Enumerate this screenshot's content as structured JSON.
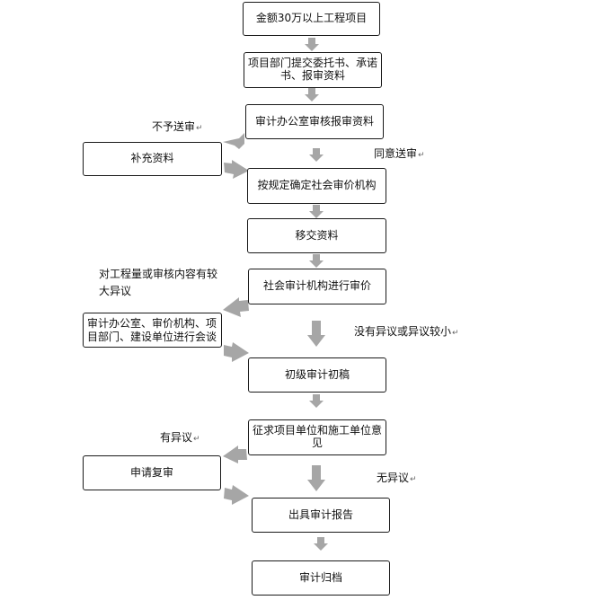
{
  "nodes": {
    "start": "金额30万以上工程项目",
    "submit": "项目部门提交委托书、承诺书、报审资料",
    "review": "审计办公室审核报审资料",
    "supplement": "补充资料",
    "select_agency": "按规定确定社会审价机构",
    "transfer": "移交资料",
    "agency_audit": "社会审计机构进行审价",
    "meeting": "审计办公室、审价机构、项目部门、建设单位进行会谈",
    "draft": "初级审计初稿",
    "solicit": "征求项目单位和施工单位意见",
    "reapply": "申请复审",
    "report": "出具审计报告",
    "archive": "审计归档"
  },
  "labels": {
    "not_submit": "不予送审",
    "agree_submit": "同意送审",
    "big_dispute": "对工程量或审核内容有较大异议",
    "small_dispute": "没有异议或异议较小",
    "has_objection": "有异议",
    "no_objection": "无异议"
  },
  "colors": {
    "arrow": "#a6a6a6",
    "border": "#1a1a1a",
    "return_mark": "#666666"
  },
  "icons": {
    "return_mark": "↵"
  }
}
